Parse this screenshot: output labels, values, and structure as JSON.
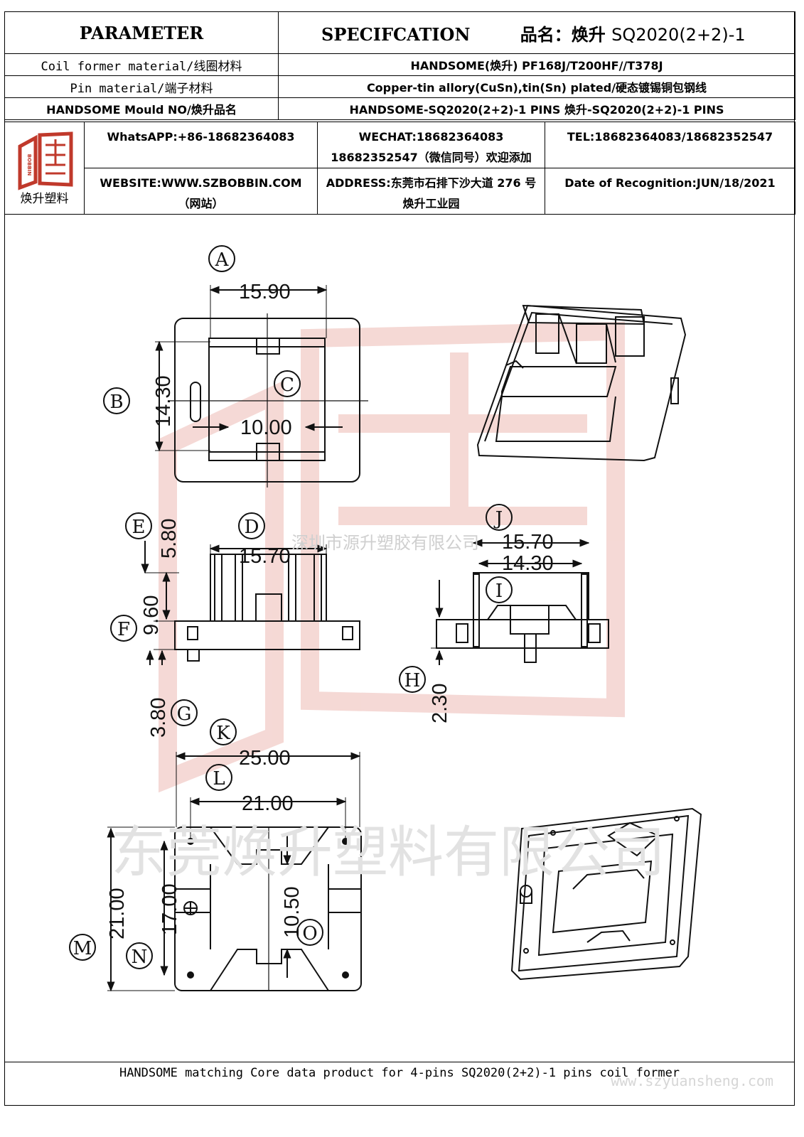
{
  "header": {
    "parameter": "PARAMETER",
    "specification": "SPECIFCATION",
    "product_name_label": "品名：焕升",
    "product_model": "SQ2020(2+2)-1"
  },
  "rows": [
    {
      "label": "Coil former material/线圈材料",
      "value": "HANDSOME(焕升)   PF168J/T200HF//T378J"
    },
    {
      "label": "Pin material/端子材料",
      "value": "Copper-tin allory(CuSn),tin(Sn) plated/硬态镀锡铜包钢线"
    },
    {
      "label": "HANDSOME Mould NO/焕升品名",
      "value": "HANDSOME-SQ2020(2+2)-1 PINS   焕升-SQ2020(2+2)-1 PINS"
    }
  ],
  "contact": {
    "logo_caption": "焕升塑料",
    "logo_glyph": "BOBBIN",
    "whatsapp": "WhatsAPP:+86-18682364083",
    "wechat": "WECHAT:18682364083 18682352547（微信同号）欢迎添加",
    "tel": "TEL:18682364083/18682352547",
    "website": "WEBSITE:WWW.SZBOBBIN.COM（网站）",
    "address": "ADDRESS:东莞市石排下沙大道 276 号焕升工业园",
    "date": "Date of Recognition:JUN/18/2021"
  },
  "drawing": {
    "labels": {
      "A": "A",
      "B": "B",
      "C": "C",
      "D": "D",
      "E": "E",
      "F": "F",
      "G": "G",
      "H": "H",
      "I": "I",
      "J": "J",
      "K": "K",
      "L": "L",
      "M": "M",
      "N": "N",
      "O": "O"
    },
    "dims": {
      "A": "15.90",
      "B": "14.30",
      "C": "10.00",
      "D": "15.70",
      "E": "5.80",
      "F": "9.60",
      "G": "3.80",
      "H": "2.30",
      "J": "15.70",
      "I": "14.30",
      "K": "25.00",
      "L": "21.00",
      "M": "21.00",
      "N": "17.00",
      "O": "10.50"
    },
    "watermark_top": "深圳市源升塑胶有限公司",
    "watermark_bottom": "东莞焕升塑料有限公司"
  },
  "footer": {
    "text": "HANDSOME matching Core data  product for 4-pins SQ2020(2+2)-1 pins coil former",
    "url": "www.szyuansheng.com"
  }
}
